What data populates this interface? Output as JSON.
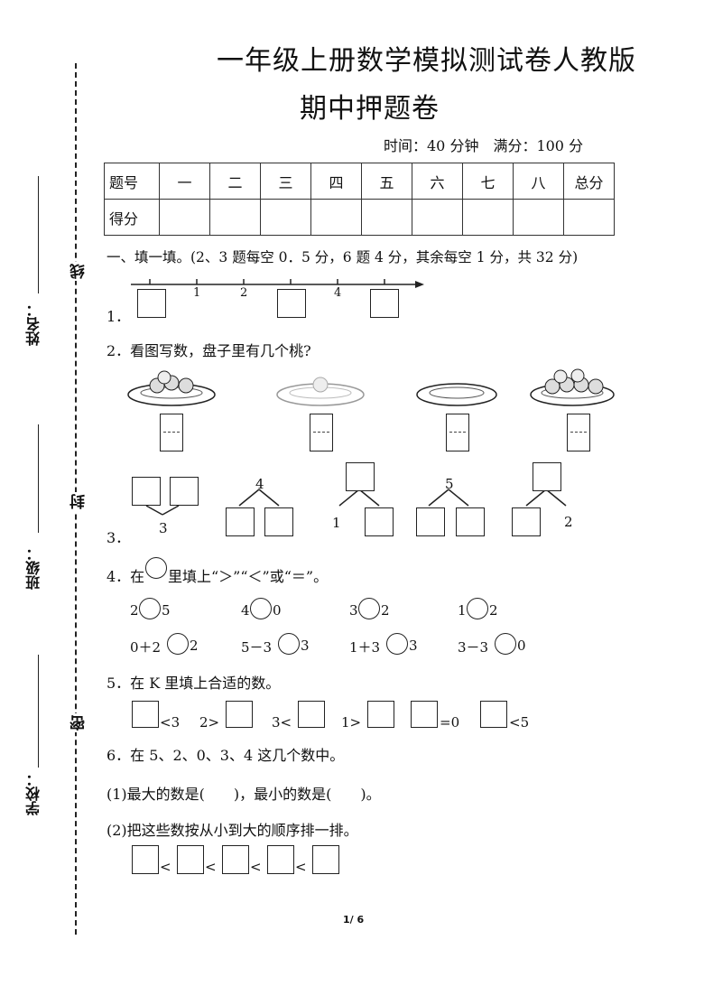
{
  "title_line1": "一年级上册数学模拟测试卷人教版",
  "title_line2": "期中押题卷",
  "exam_info": "时间：40 分钟　满分：100 分",
  "sidebar": {
    "name_label": "姓名：",
    "class_label": "班级：",
    "school_label": "学校：",
    "seal_xian": "线",
    "seal_feng": "封",
    "seal_mi": "密"
  },
  "score_table": {
    "row1": [
      "题号",
      "一",
      "二",
      "三",
      "四",
      "五",
      "六",
      "七",
      "八",
      "总分"
    ],
    "row2_label": "得分"
  },
  "section1_heading": "一、填一填。(2、3 题每空 0．5 分，6 题 4 分，其余每空 1 分，共 32 分)",
  "q1": {
    "label": "1．",
    "ticks": [
      "1",
      "2",
      "4"
    ]
  },
  "q2": {
    "text": "2．看图写数，盘子里有几个桃?"
  },
  "q3": {
    "label": "3．",
    "numbers": [
      "3",
      "4",
      "1",
      "5",
      "2"
    ]
  },
  "q4": {
    "text_pre": "4．在",
    "text_post": "里填上“＞”“＜”或“＝”。",
    "row1": [
      [
        "2",
        "5"
      ],
      [
        "4",
        "0"
      ],
      [
        "3",
        "2"
      ],
      [
        "1",
        "2"
      ]
    ],
    "row2": [
      [
        "0＋2",
        "2"
      ],
      [
        "5－3",
        "3"
      ],
      [
        "1＋3",
        "3"
      ],
      [
        "3－3",
        "0"
      ]
    ]
  },
  "q5": {
    "text": "5．在 K 里填上合适的数。",
    "items": [
      "<3",
      "2>",
      "3<",
      "1>",
      "=0",
      "<5"
    ]
  },
  "q6": {
    "text": "6．在 5、2、0、3、4 这几个数中。",
    "part1": "(1)最大的数是(　　)，最小的数是(　　)。",
    "part2": "(2)把这些数按从小到大的顺序排一排。",
    "sep": "<"
  },
  "footer": "1/ 6"
}
